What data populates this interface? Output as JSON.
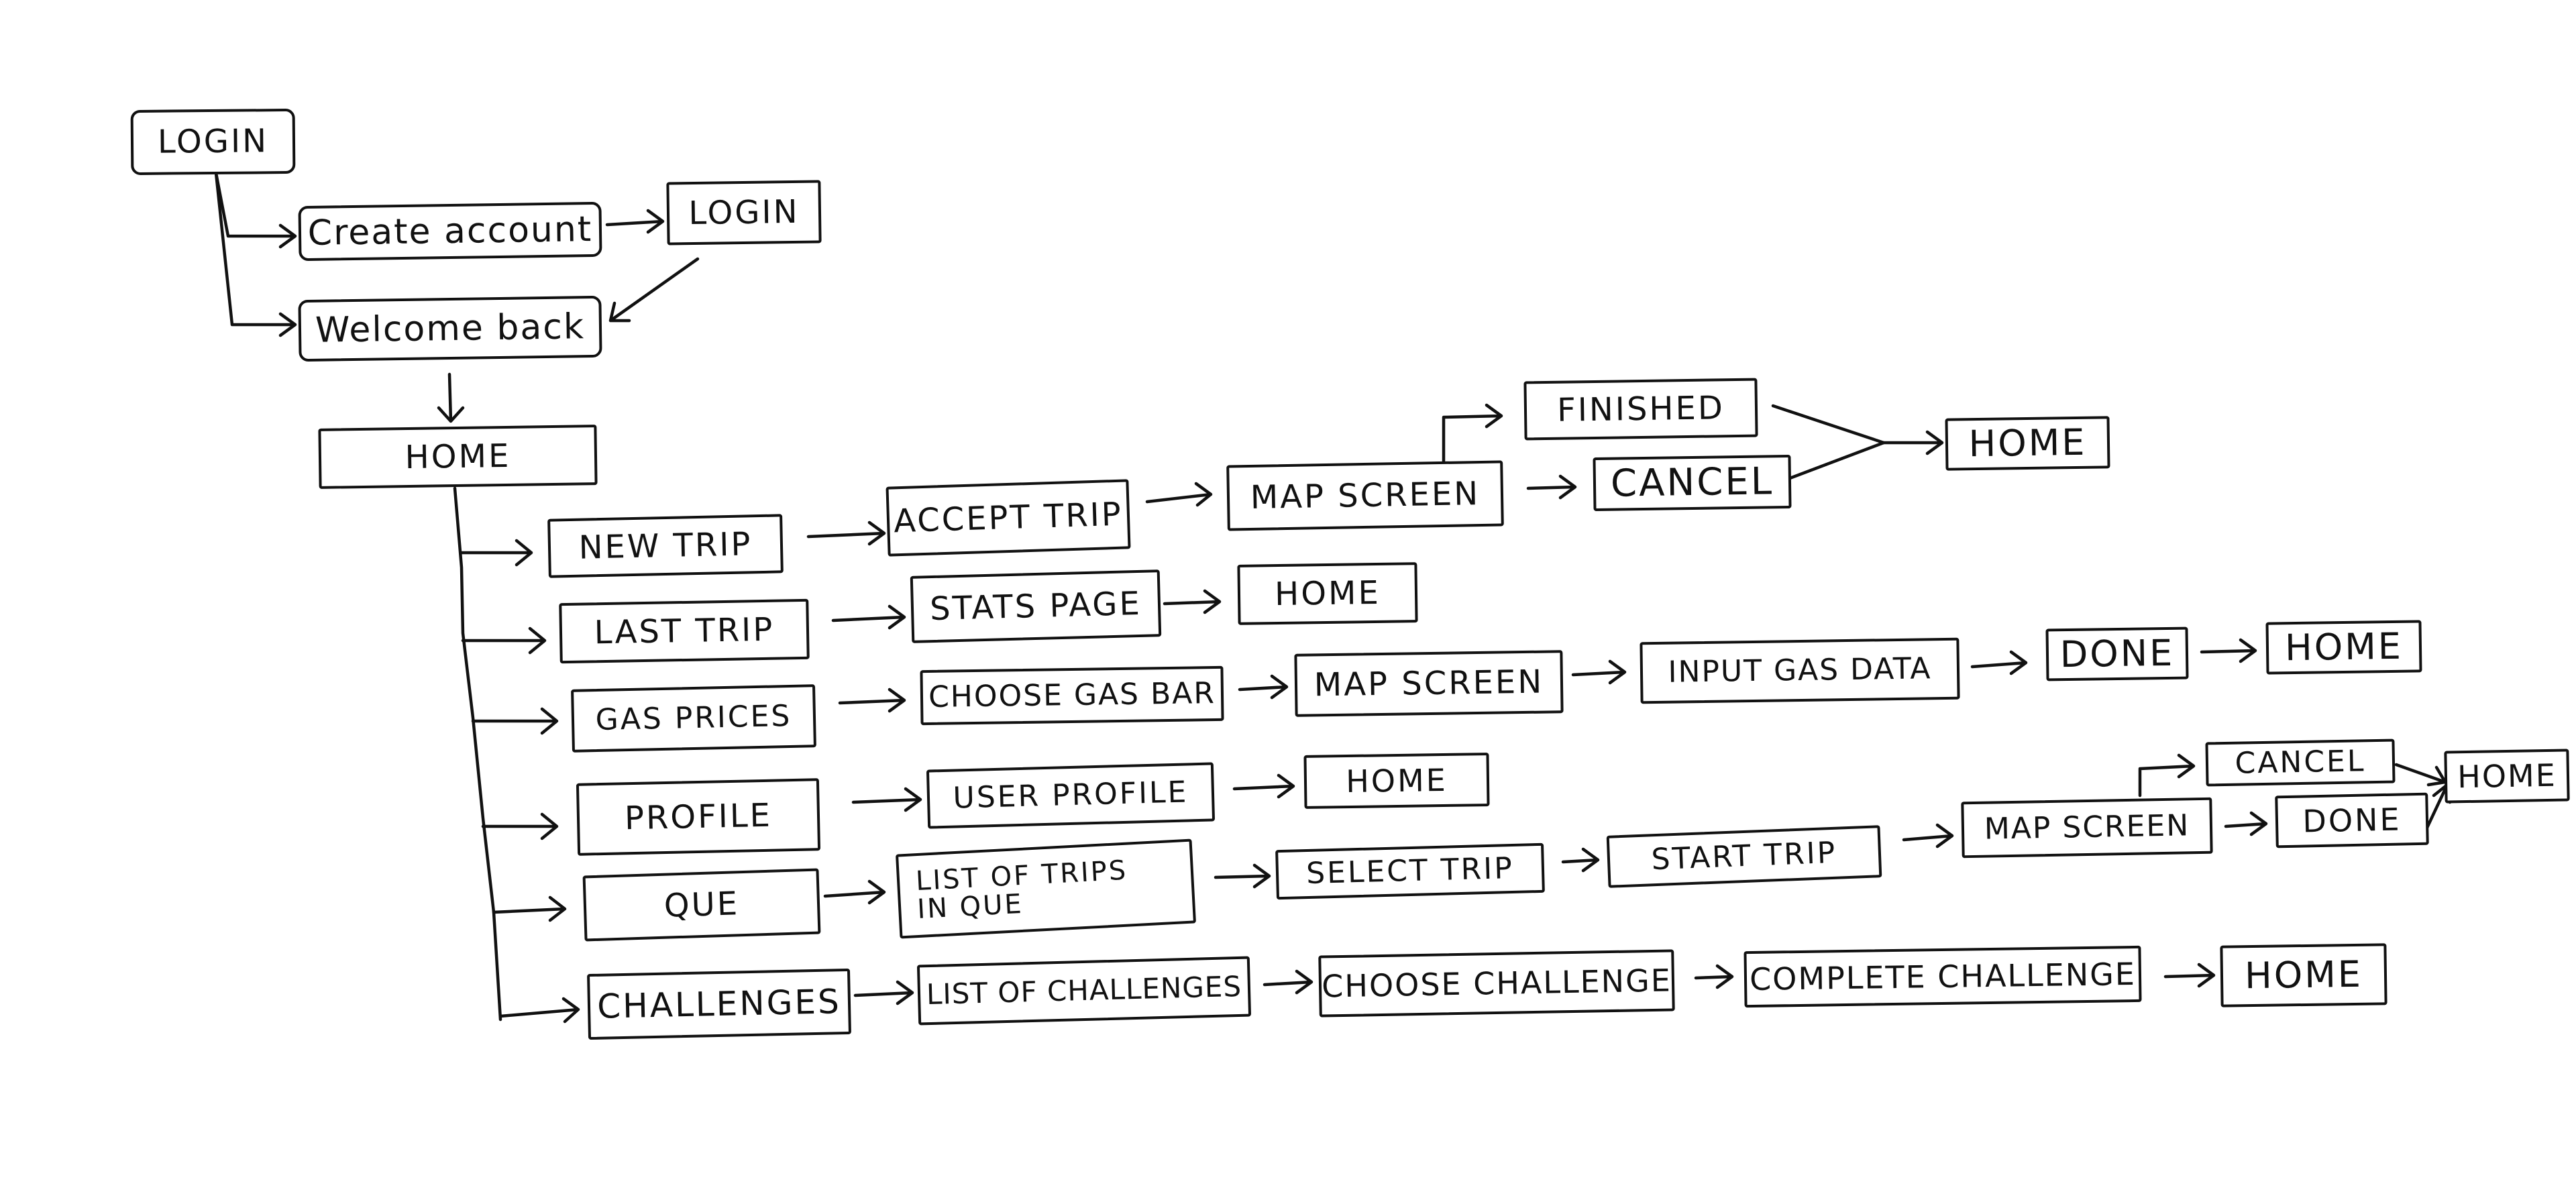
{
  "diagram": {
    "type": "flowchart",
    "nodes": {
      "login_start": "LOGIN",
      "create_account": "Create account",
      "login_again": "LOGIN",
      "welcome_back": "Welcome back",
      "home": "HOME",
      "new_trip": "NEW TRIP",
      "accept_trip": "ACCEPT TRIP",
      "map_screen_trip": "MAP SCREEN",
      "finished": "FINISHED",
      "cancel_trip": "CANCEL",
      "home_trip": "HOME",
      "last_trip": "LAST TRIP",
      "stats_page": "STATS PAGE",
      "home_stats": "HOME",
      "gas_prices": "GAS PRICES",
      "choose_gas_bar": "CHOOSE GAS BAR",
      "map_screen_gas": "MAP SCREEN",
      "input_gas_data": "INPUT GAS DATA",
      "done_gas": "DONE",
      "home_gas": "HOME",
      "profile": "PROFILE",
      "user_profile": "USER PROFILE",
      "home_profile": "HOME",
      "que": "QUE",
      "list_trips_que": "LIST OF TRIPS\nIN QUE",
      "select_trip": "SELECT TRIP",
      "start_trip": "START TRIP",
      "map_screen_que": "MAP SCREEN",
      "cancel_que": "CANCEL",
      "done_que": "DONE",
      "home_que": "HOME",
      "challenges": "CHALLENGES",
      "list_challenges": "LIST OF CHALLENGES",
      "choose_challenge": "CHOOSE CHALLENGE",
      "complete_challenge": "COMPLETE CHALLENGE",
      "home_challenge": "HOME"
    },
    "edges": [
      [
        "login_start",
        "create_account"
      ],
      [
        "login_start",
        "welcome_back"
      ],
      [
        "create_account",
        "login_again"
      ],
      [
        "login_again",
        "welcome_back"
      ],
      [
        "welcome_back",
        "home"
      ],
      [
        "home",
        "new_trip"
      ],
      [
        "home",
        "last_trip"
      ],
      [
        "home",
        "gas_prices"
      ],
      [
        "home",
        "profile"
      ],
      [
        "home",
        "que"
      ],
      [
        "home",
        "challenges"
      ],
      [
        "new_trip",
        "accept_trip"
      ],
      [
        "accept_trip",
        "map_screen_trip"
      ],
      [
        "map_screen_trip",
        "finished"
      ],
      [
        "map_screen_trip",
        "cancel_trip"
      ],
      [
        "finished",
        "home_trip"
      ],
      [
        "cancel_trip",
        "home_trip"
      ],
      [
        "last_trip",
        "stats_page"
      ],
      [
        "stats_page",
        "home_stats"
      ],
      [
        "gas_prices",
        "choose_gas_bar"
      ],
      [
        "choose_gas_bar",
        "map_screen_gas"
      ],
      [
        "map_screen_gas",
        "input_gas_data"
      ],
      [
        "input_gas_data",
        "done_gas"
      ],
      [
        "done_gas",
        "home_gas"
      ],
      [
        "profile",
        "user_profile"
      ],
      [
        "user_profile",
        "home_profile"
      ],
      [
        "que",
        "list_trips_que"
      ],
      [
        "list_trips_que",
        "select_trip"
      ],
      [
        "select_trip",
        "start_trip"
      ],
      [
        "start_trip",
        "map_screen_que"
      ],
      [
        "map_screen_que",
        "cancel_que"
      ],
      [
        "map_screen_que",
        "done_que"
      ],
      [
        "cancel_que",
        "home_que"
      ],
      [
        "done_que",
        "home_que"
      ],
      [
        "challenges",
        "list_challenges"
      ],
      [
        "list_challenges",
        "choose_challenge"
      ],
      [
        "choose_challenge",
        "complete_challenge"
      ],
      [
        "complete_challenge",
        "home_challenge"
      ]
    ]
  }
}
